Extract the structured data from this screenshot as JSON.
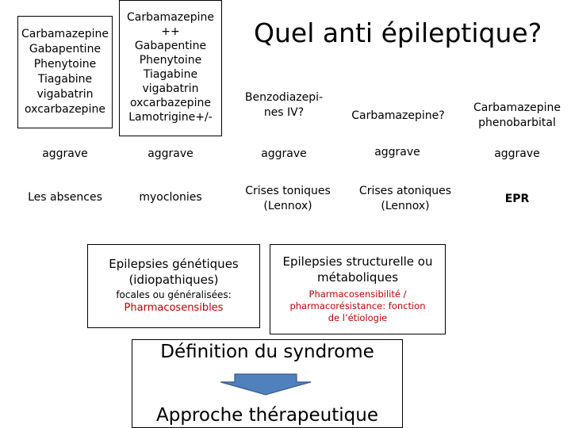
{
  "title": "Quel anti épileptique?",
  "columns": [
    {
      "drugs": [
        "Carbamazepine",
        "Gabapentine",
        "Phenytoine",
        "Tiagabine",
        "vigabatrin",
        "oxcarbazepine"
      ],
      "effect": "aggrave",
      "syndrome": "Les absences"
    },
    {
      "drugs": [
        "Carbamazepine",
        "++",
        "Gabapentine",
        "Phenytoine",
        "Tiagabine",
        "vigabatrin",
        "oxcarbazepine",
        "Lamotrigine+/-"
      ],
      "effect": "aggrave",
      "syndrome": "myoclonies"
    },
    {
      "drugs": [
        "Benzodiazepi-",
        "nes IV?"
      ],
      "effect": "aggrave",
      "syndrome": [
        "Crises toniques",
        "(Lennox)"
      ]
    },
    {
      "drugs": [
        "Carbamazepine?"
      ],
      "effect": "aggrave",
      "syndrome": [
        "Crises atoniques",
        "(Lennox)"
      ]
    },
    {
      "drugs": [
        "Carbamazepine",
        "phenobarbital"
      ],
      "effect": "aggrave",
      "syndrome": "EPR"
    }
  ],
  "genetic_box": {
    "heading": [
      "Epilepsies génétiques",
      "(idiopathiques)"
    ],
    "sub": "focales ou généralisées:",
    "tag": "Pharmacosensibles"
  },
  "structural_box": {
    "heading": [
      "Epilepsies structurelle ou",
      "métaboliques"
    ],
    "tag": [
      "Pharmacosensibilité /",
      "pharmacorésistance: fonction",
      "de l’étiologie"
    ]
  },
  "bottom_box": {
    "top": "Définition du syndrome",
    "bottom": "Approche thérapeutique"
  },
  "colors": {
    "accent_red": "#c00000",
    "arrow_fill": "#4f81bd",
    "arrow_stroke": "#385d8a"
  }
}
